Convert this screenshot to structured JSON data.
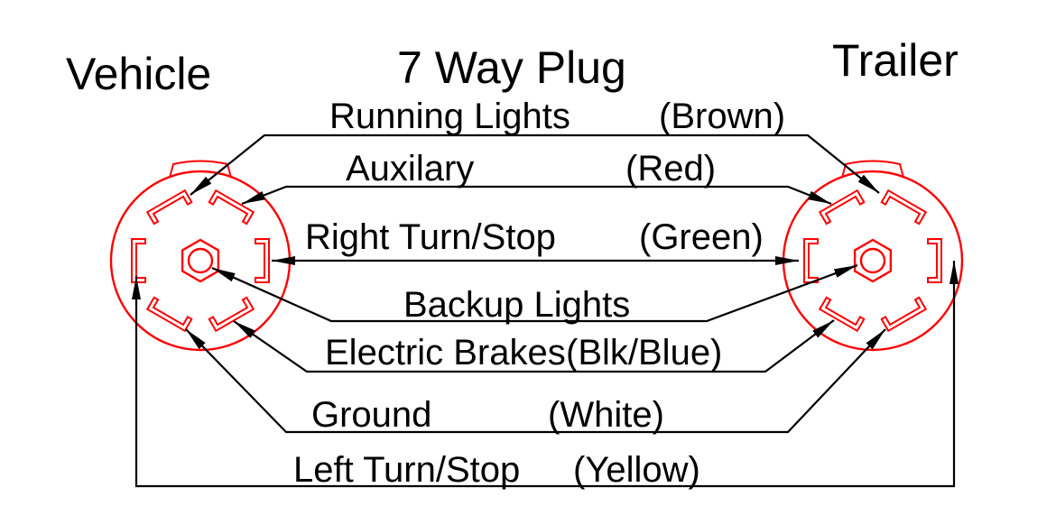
{
  "header": {
    "title": "7 Way Plug",
    "vehicle": "Vehicle",
    "trailer": "Trailer"
  },
  "wires": [
    {
      "name": "Running Lights",
      "color": "(Brown)"
    },
    {
      "name": "Auxilary",
      "color": "(Red)"
    },
    {
      "name": "Right Turn/Stop",
      "color": "(Green)"
    },
    {
      "name": "Backup Lights",
      "color": ""
    },
    {
      "name": "Electric Brakes",
      "color": "(Blk/Blue)"
    },
    {
      "name": "Ground",
      "color": "(White)"
    },
    {
      "name": "Left Turn/Stop",
      "color": "(Yellow)"
    }
  ],
  "colors": {
    "plug_outline": "#ff0000",
    "wire_lines": "#000000",
    "text": "#000000"
  }
}
